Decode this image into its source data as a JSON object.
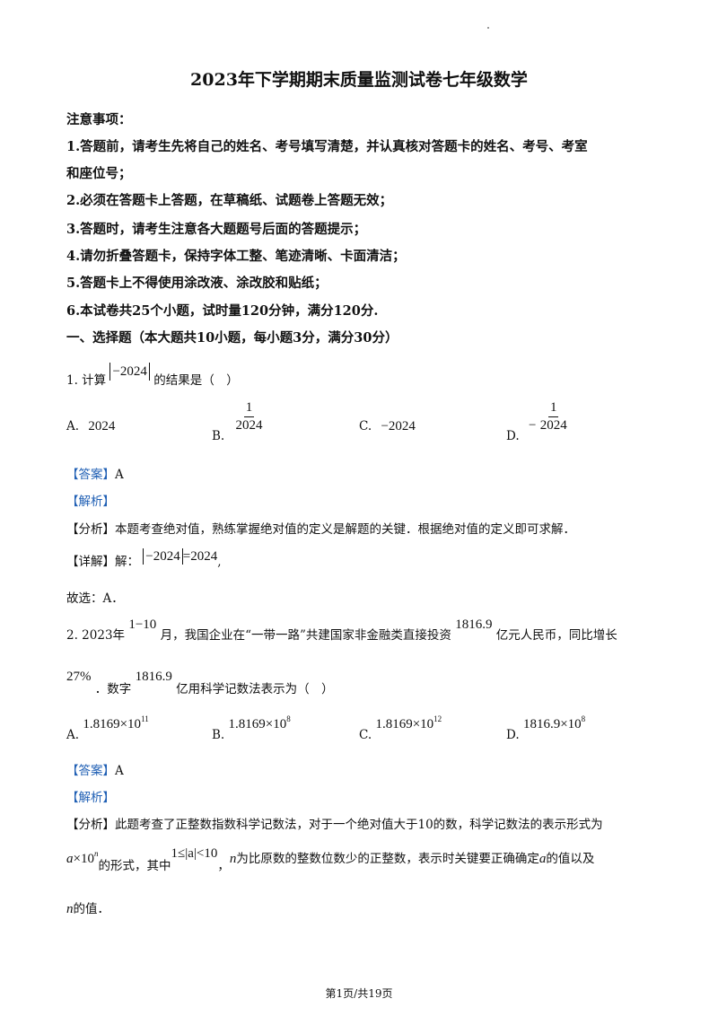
{
  "title": "2023年下学期期末质量监测试卷七年级数学",
  "notes": {
    "heading": "注意事项：",
    "n1a": "1.答题前，请考生先将自己的姓名、考号填写清楚，并认真核对答题卡的姓名、考号、考室",
    "n1b": "和座位号；",
    "n2": "2.必须在答题卡上答题，在草稿纸、试题卷上答题无效；",
    "n3": "3.答题时，请考生注意各大题题号后面的答题提示；",
    "n4": "4.请勿折叠答题卡，保持字体工整、笔迹清晰、卡面清洁；",
    "n5": "5.答题卡上不得使用涂改液、涂改胶和贴纸；",
    "n6": "6.本试卷共25个小题，试时量120分钟，满分120分."
  },
  "section1": "一、选择题（本大题共10小题，每小题3分，满分30分）",
  "q1": {
    "prefix": "1. 计算",
    "expr": "−2024",
    "suffix": "的结果是（　）",
    "a_label": "A.",
    "a_val": "2024",
    "b_label": "B.",
    "b_num": "1",
    "b_den": "2024",
    "c_label": "C.",
    "c_val": "−2024",
    "d_label": "D.",
    "d_sign": "−",
    "d_num": "1",
    "d_den": "2024",
    "answer_tag": "【答案】",
    "answer": "A",
    "analysis_tag": "【解析】",
    "analysis_label": "【分析】",
    "analysis": "本题考查绝对值，熟练掌握绝对值的定义是解题的关键．根据绝对值的定义即可求解．",
    "detail_label": "【详解】",
    "detail_prefix": "解：",
    "detail_abs": "−2024",
    "detail_rest": "=2024",
    "detail_end": ",",
    "conclusion": "故选：A．"
  },
  "q2": {
    "line1_a": "2. 2023年",
    "range": "1−10",
    "line1_b": "月，我国企业在“一带一路”共建国家非金融类直接投资",
    "amount": "1816.9",
    "line1_c": "亿元人民币，同比增长",
    "pct": "27%",
    "line2_a": "．数字",
    "amount2": "1816.9",
    "line2_b": "亿用科学记数法表示为（　）",
    "a_label": "A.",
    "a_base": "1.8169×10",
    "a_exp": "11",
    "b_label": "B.",
    "b_base": "1.8169×10",
    "b_exp": "8",
    "c_label": "C.",
    "c_base": "1.8169×10",
    "c_exp": "12",
    "d_label": "D.",
    "d_base": "1816.9×10",
    "d_exp": "8",
    "answer_tag": "【答案】",
    "answer": "A",
    "analysis_tag": "【解析】",
    "analysis_label": "【分析】",
    "analysis_a": "此题考查了正整数指数科学记数法，对于一个绝对值大于10的数，科学记数法的表示形式为",
    "form_a": "a",
    "form_mid": "×10",
    "form_n": "n",
    "analysis_b1": "的形式，其中",
    "ineq": "1≤|a|<10",
    "analysis_b2": "，",
    "var_n": "n",
    "analysis_b3": "为比原数的整数位数少的正整数，表示时关键要正确确定",
    "var_a": "a",
    "analysis_b4": "的值以及",
    "var_n2": "n",
    "analysis_c": "的值．"
  },
  "footer": "第1页/共19页"
}
